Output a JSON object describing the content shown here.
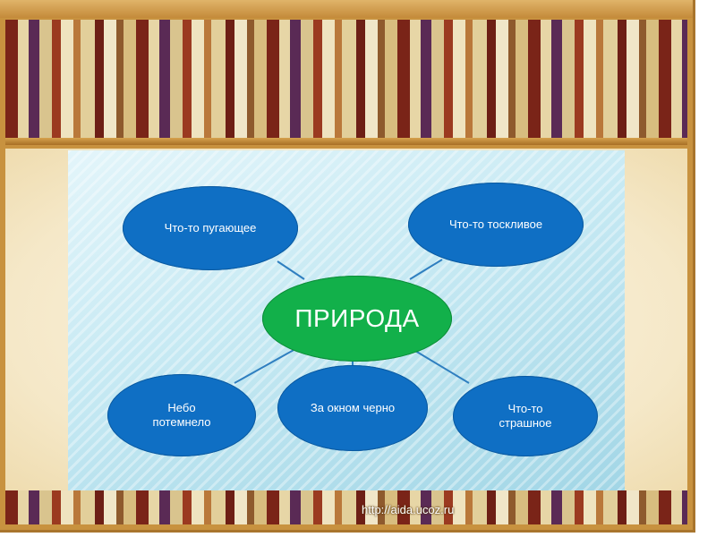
{
  "diagram": {
    "center": {
      "label": "ПРИРОДА"
    },
    "nodes": [
      {
        "id": "scary",
        "label": "Что-то пугающее"
      },
      {
        "id": "sad",
        "label": "Что-то тоскливое"
      },
      {
        "id": "sky",
        "label": "Небо\nпотемнело"
      },
      {
        "id": "dark",
        "label": "За окном черно"
      },
      {
        "id": "frightening",
        "label": "Что-то\nстрашное"
      }
    ]
  },
  "watermark": "http://aida.ucoz.ru",
  "colors": {
    "node_fill": "#0f6fc4",
    "center_fill": "#12b04a",
    "connector": "#2f7fc0",
    "frame": "#c8923f"
  }
}
